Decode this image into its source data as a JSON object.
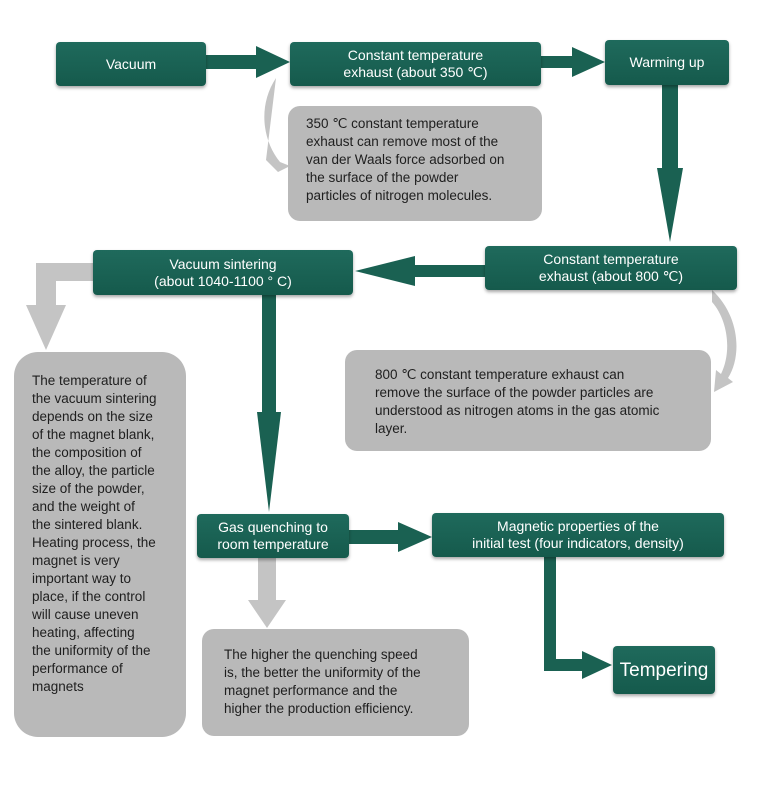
{
  "colors": {
    "box": "#1a6152",
    "arrow": "#1a6152",
    "note": "#b9b9b9",
    "note_arrow": "#c4c4c4"
  },
  "steps": {
    "vacuum": "Vacuum",
    "exhaust_350": "Constant temperature\nexhaust (about 350 ℃)",
    "warming_up": "Warming up",
    "exhaust_800": "Constant temperature\nexhaust (about 800 ℃)",
    "vacuum_sintering": "Vacuum sintering\n(about 1040-1100 ° C)",
    "gas_quenching": "Gas quenching to\nroom temperature",
    "magnetic_test": "Magnetic properties of the\ninitial test (four indicators, density)",
    "tempering": "Tempering"
  },
  "notes": {
    "note_350": "350 ℃ constant temperature\nexhaust can remove most of the\nvan der Waals force adsorbed on\nthe surface of the powder\nparticles of nitrogen molecules.",
    "note_800": "800 ℃ constant temperature exhaust can\nremove the surface of the powder particles are\nunderstood as nitrogen atoms in the gas atomic\nlayer.",
    "note_sintering": "The temperature of\nthe vacuum sintering\ndepends on the size\nof the magnet blank,\nthe composition of\nthe alloy, the particle\nsize of the powder,\nand the weight of\nthe sintered blank.\nHeating process, the\nmagnet is very\nimportant way to\nplace, if the control\nwill cause uneven\nheating, affecting\nthe uniformity of the\nperformance of\nmagnets",
    "note_quenching": "The higher the quenching speed\nis, the better the uniformity of the\nmagnet performance and the\nhigher the production efficiency."
  }
}
